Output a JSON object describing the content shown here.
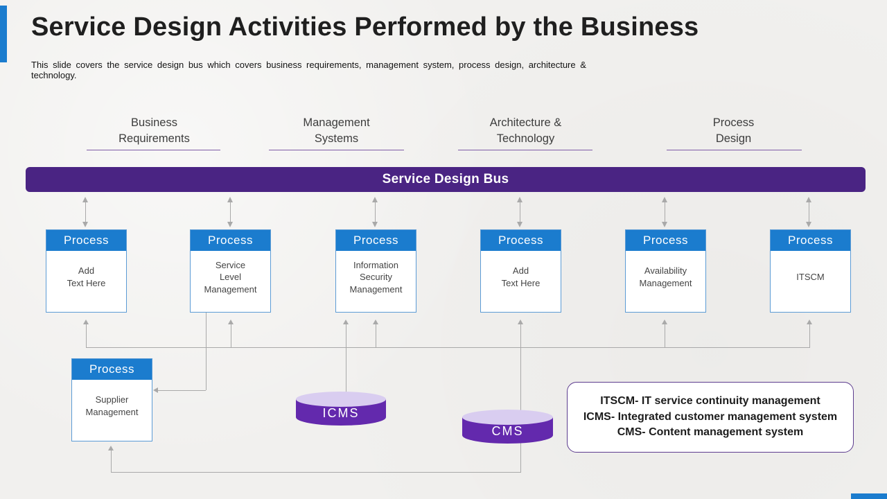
{
  "slide": {
    "title": "Service Design Activities Performed by the Business",
    "subtitle": "This slide covers the service design bus which covers business requirements, management system, process design, architecture & technology."
  },
  "columns": [
    {
      "label": "Business\nRequirements"
    },
    {
      "label": "Management\nSystems"
    },
    {
      "label": "Architecture &\nTechnology"
    },
    {
      "label": "Process\nDesign"
    }
  ],
  "bus": {
    "label": "Service Design Bus"
  },
  "process_boxes": [
    {
      "header": "Process",
      "body": "Add\nText Here"
    },
    {
      "header": "Process",
      "body": "Service\nLevel\nManagement"
    },
    {
      "header": "Process",
      "body": "Information\nSecurity\nManagement"
    },
    {
      "header": "Process",
      "body": "Add\nText Here"
    },
    {
      "header": "Process",
      "body": "Availability\nManagement"
    },
    {
      "header": "Process",
      "body": "ITSCM"
    },
    {
      "header": "Process",
      "body": "Supplier\nManagement"
    }
  ],
  "databases": [
    {
      "label": "ICMS"
    },
    {
      "label": "CMS"
    }
  ],
  "legend": {
    "lines": [
      "ITSCM- IT service continuity management",
      "ICMS- Integrated customer management system",
      "CMS- Content management system"
    ]
  },
  "colors": {
    "accent_blue": "#1b7cce",
    "bus_purple": "#4a2483",
    "cylinder_purple": "#6329ad",
    "cylinder_top": "#d9cdf0",
    "underline_purple": "#7e5ba6",
    "legend_border": "#5c3b8e",
    "connector_gray": "#a9a9a9"
  }
}
